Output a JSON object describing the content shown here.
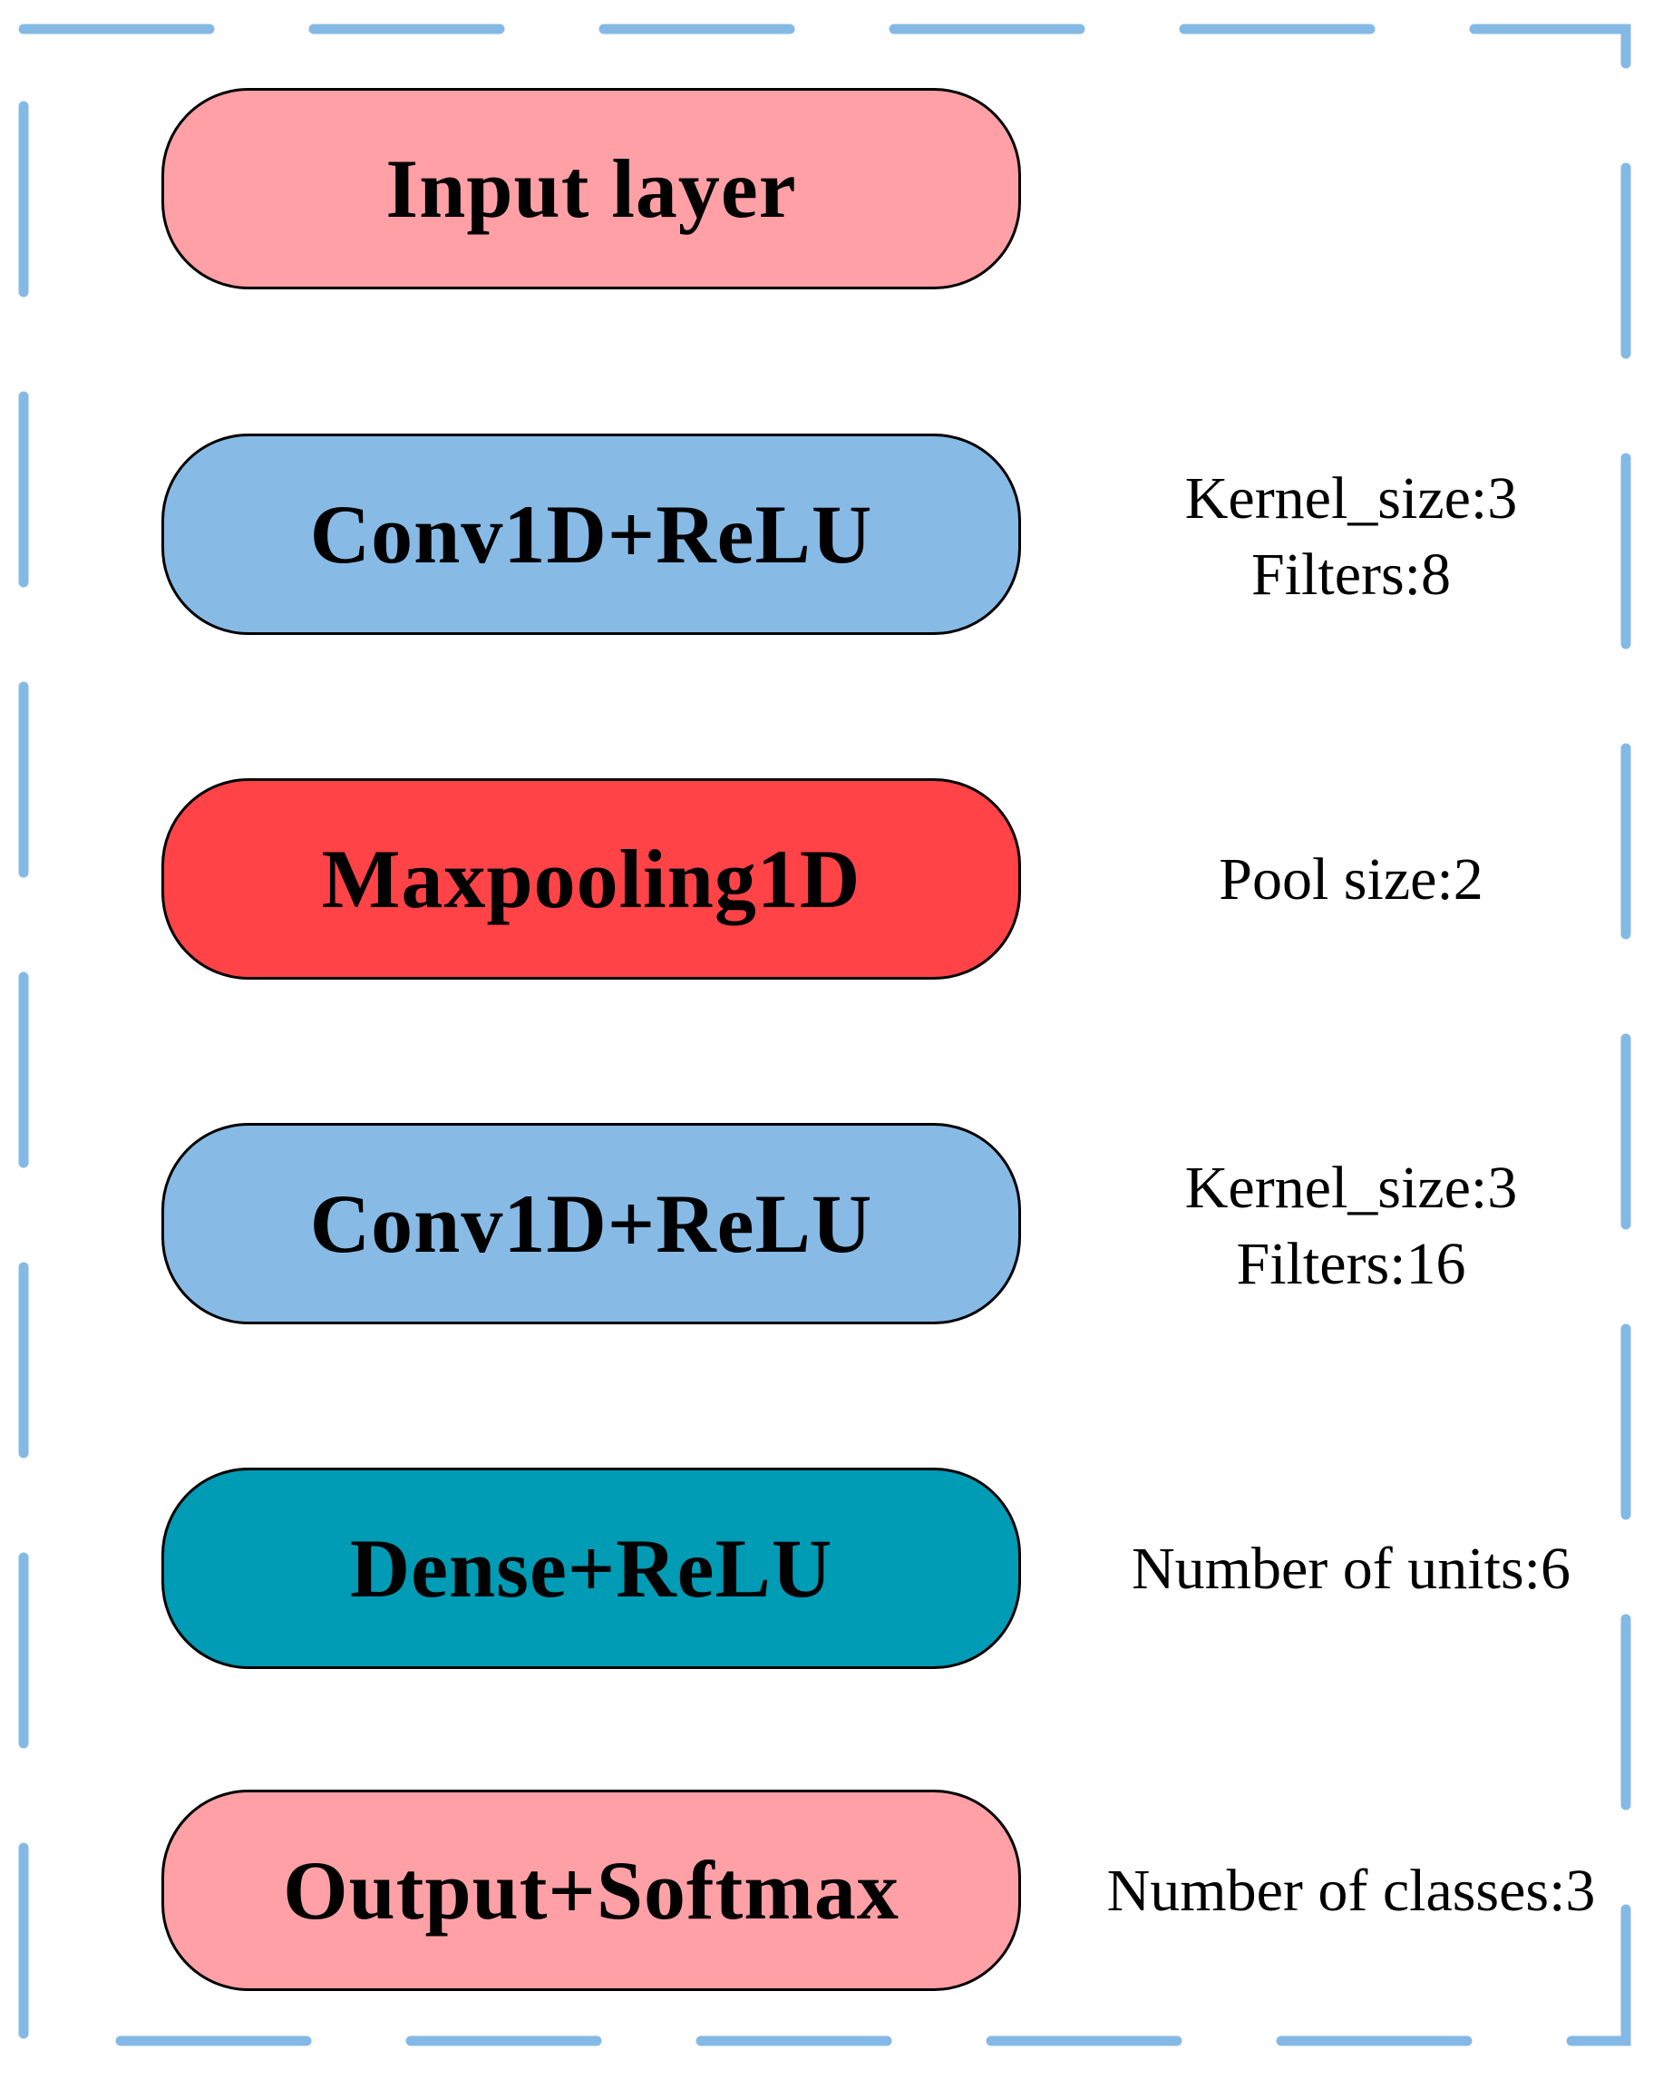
{
  "colors": {
    "frame_dash": "#85B9E5",
    "box_border": "#000000",
    "input": "#FFA0A6",
    "conv": "#87BBE6",
    "pool": "#FF4346",
    "dense": "#009BB4",
    "output": "#FFA0A6"
  },
  "layers": [
    {
      "label": "Input layer",
      "color": "#FFA0A6",
      "params": []
    },
    {
      "label": "Conv1D+ReLU",
      "color": "#87BBE6",
      "params": [
        "Kernel_size:3",
        "Filters:8"
      ]
    },
    {
      "label": "Maxpooling1D",
      "color": "#FF4346",
      "params": [
        "Pool size:2"
      ]
    },
    {
      "label": "Conv1D+ReLU",
      "color": "#87BBE6",
      "params": [
        "Kernel_size:3",
        "Filters:16"
      ]
    },
    {
      "label": "Dense+ReLU",
      "color": "#009BB4",
      "params": [
        "Number of units:6"
      ]
    },
    {
      "label": "Output+Softmax",
      "color": "#FFA0A6",
      "params": [
        "Number of classes:3"
      ]
    }
  ]
}
